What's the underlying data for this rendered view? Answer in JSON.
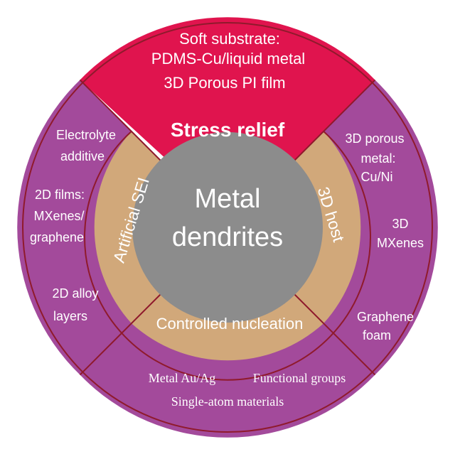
{
  "center": {
    "line1": "Metal",
    "line2": "dendrites"
  },
  "middle_ring": {
    "top": "Stress relief",
    "left": "Artificial SEI",
    "right": "3D host",
    "bottom": "Controlled nucleation"
  },
  "outer_ring": {
    "top": [
      "Soft substrate:",
      "PDMS-Cu/liquid metal",
      "3D Porous PI film"
    ],
    "left": [
      "Electrolyte",
      "additive",
      "2D films:",
      "MXenes/",
      "graphene",
      "2D alloy",
      "layers"
    ],
    "right": [
      "3D porous",
      "metal:",
      "Cu/Ni",
      "3D",
      "MXenes",
      "Graphene",
      "foam"
    ],
    "bottom": [
      "Metal Au/Ag",
      "Functional groups",
      "Single-atom materials"
    ]
  },
  "colors": {
    "stress_relief": "#e0144e",
    "outer_purple": "#a34a9b",
    "middle_tan": "#d1a87a",
    "center_gray": "#8c8c8c",
    "divider": "#8f1a2c",
    "text": "#ffffff"
  }
}
